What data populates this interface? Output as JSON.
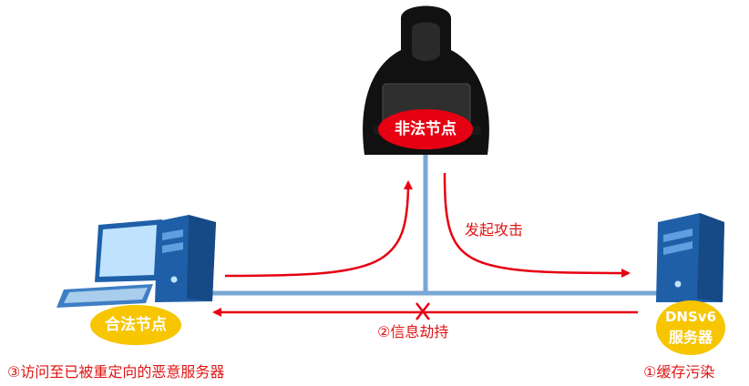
{
  "nodes": {
    "attacker": {
      "label": "非法节点",
      "color": "#e60012",
      "text_color": "#ffffff"
    },
    "legit": {
      "label": "合法节点",
      "color": "#f7c600",
      "text_color": "#ffffff"
    },
    "dns": {
      "label_line1": "DNSv6",
      "label_line2": "服务器",
      "color": "#f7c600",
      "text_color": "#ffffff"
    }
  },
  "edges": {
    "launch_attack": "发起攻击",
    "hijack": "②信息劫持",
    "redirect": "③访问至已被重定向的恶意服务器",
    "cache_poison": "①缓存污染"
  },
  "colors": {
    "bus": "#7aa7d4",
    "arrow": "#e60012",
    "device": "#1f5fa8"
  },
  "icons": {
    "attacker": "hooded-hacker-icon",
    "legit": "desktop-computer-icon",
    "dns": "server-tower-icon",
    "blocked": "cross-mark-icon"
  }
}
